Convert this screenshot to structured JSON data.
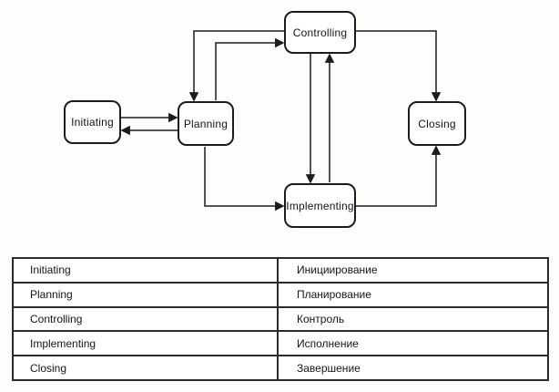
{
  "diagram": {
    "nodes": [
      {
        "id": "initiating",
        "label": "Initiating"
      },
      {
        "id": "planning",
        "label": "Planning"
      },
      {
        "id": "controlling",
        "label": "Controlling"
      },
      {
        "id": "implementing",
        "label": "Implementing"
      },
      {
        "id": "closing",
        "label": "Closing"
      }
    ],
    "edges": [
      {
        "from": "initiating",
        "to": "planning"
      },
      {
        "from": "planning",
        "to": "initiating"
      },
      {
        "from": "planning",
        "to": "controlling"
      },
      {
        "from": "controlling",
        "to": "planning"
      },
      {
        "from": "controlling",
        "to": "implementing"
      },
      {
        "from": "implementing",
        "to": "controlling"
      },
      {
        "from": "planning",
        "to": "implementing"
      },
      {
        "from": "controlling",
        "to": "closing"
      },
      {
        "from": "implementing",
        "to": "closing"
      }
    ]
  },
  "table": {
    "rows": [
      {
        "en": "Initiating",
        "ru": "Инициирование"
      },
      {
        "en": "Planning",
        "ru": "Планирование"
      },
      {
        "en": "Controlling",
        "ru": "Контроль"
      },
      {
        "en": "Implementing",
        "ru": "Исполнение"
      },
      {
        "en": "Closing",
        "ru": "Завершение"
      }
    ]
  },
  "colors": {
    "line": "#1c1c1c",
    "background": "#fdfdfc"
  }
}
